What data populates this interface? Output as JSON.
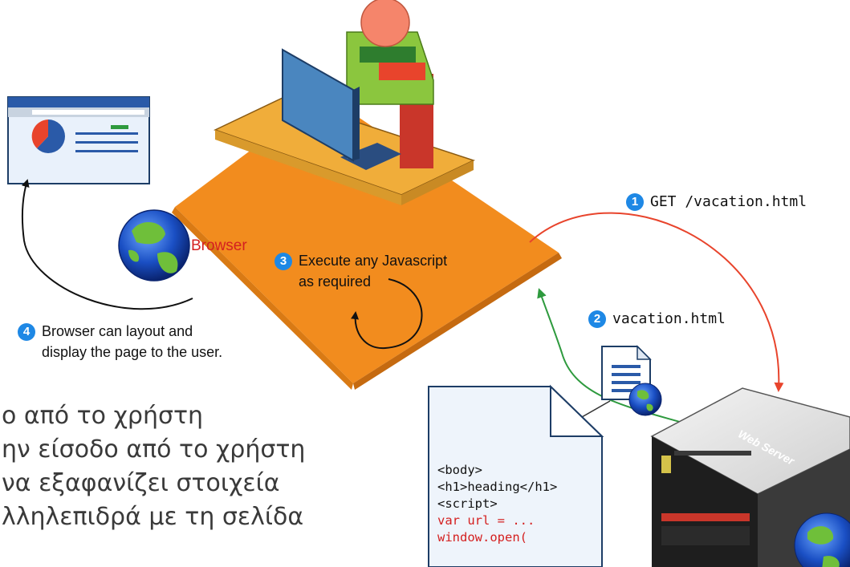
{
  "steps": [
    {
      "num": "1",
      "text": "GET /vacation.html"
    },
    {
      "num": "2",
      "text": "vacation.html"
    },
    {
      "num": "3",
      "text_line1": "Execute any Javascript",
      "text_line2": "as required"
    },
    {
      "num": "4",
      "text_line1": "Browser can layout and",
      "text_line2": "display the page to the user."
    }
  ],
  "labels": {
    "browser": "Browser",
    "web_server": "Web Server"
  },
  "code_snippet": [
    {
      "text": "<body>",
      "color": "#111111"
    },
    {
      "text": "<h1>heading</h1>",
      "color": "#111111"
    },
    {
      "text": "<script>",
      "color": "#111111"
    },
    {
      "text": "var url = ...",
      "color": "#d42020"
    },
    {
      "text": "window.open(",
      "color": "#d42020"
    }
  ],
  "greek_text": [
    "ο από το χρήστη",
    "ην είσοδο από το χρήστη",
    " να εξαφανίζει στοιχεία",
    "λληλεπιδρά με τη σελίδα"
  ],
  "colors": {
    "platform": "#f28c1e",
    "request_arrow": "#e8442c",
    "response_arrow": "#2e9a3e",
    "badge": "#1e88e5"
  }
}
